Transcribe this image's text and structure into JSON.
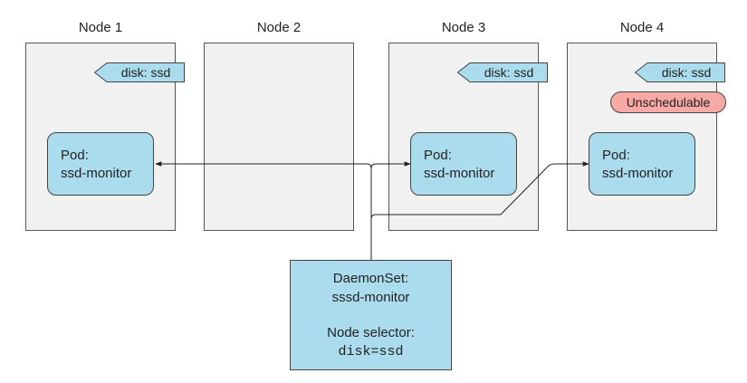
{
  "nodes": [
    {
      "title": "Node 1",
      "label": "",
      "status": "",
      "pod": {
        "line1": "",
        "line2": ""
      }
    },
    {
      "title": "Node 2",
      "label": "",
      "status": "",
      "pod": {
        "line1": "",
        "line2": ""
      }
    },
    {
      "title": "Node 3",
      "label": "",
      "status": "",
      "pod": {
        "line1": "",
        "line2": ""
      }
    },
    {
      "title": "Node 4",
      "label": "",
      "status": "",
      "pod": {
        "line1": "",
        "line2": ""
      }
    }
  ],
  "node_labels": {
    "node1": "disk: ssd",
    "node3": "disk: ssd",
    "node4": "disk: ssd"
  },
  "node4_status": "Unschedulable",
  "pods": {
    "node1": {
      "line1": "Pod:",
      "line2": "ssd-monitor"
    },
    "node3": {
      "line1": "Pod:",
      "line2": "ssd-monitor"
    },
    "node4": {
      "line1": "Pod:",
      "line2": "ssd-monitor"
    }
  },
  "daemonset": {
    "line1": "DaemonSet:",
    "line2": "sssd-monitor",
    "line3": "Node selector:",
    "selector": "disk=ssd"
  },
  "colors": {
    "node_bg": "#f1f1f1",
    "pod_bg": "#aadced",
    "label_bg": "#aadced",
    "unschedulable_bg": "#f7a9a5"
  }
}
